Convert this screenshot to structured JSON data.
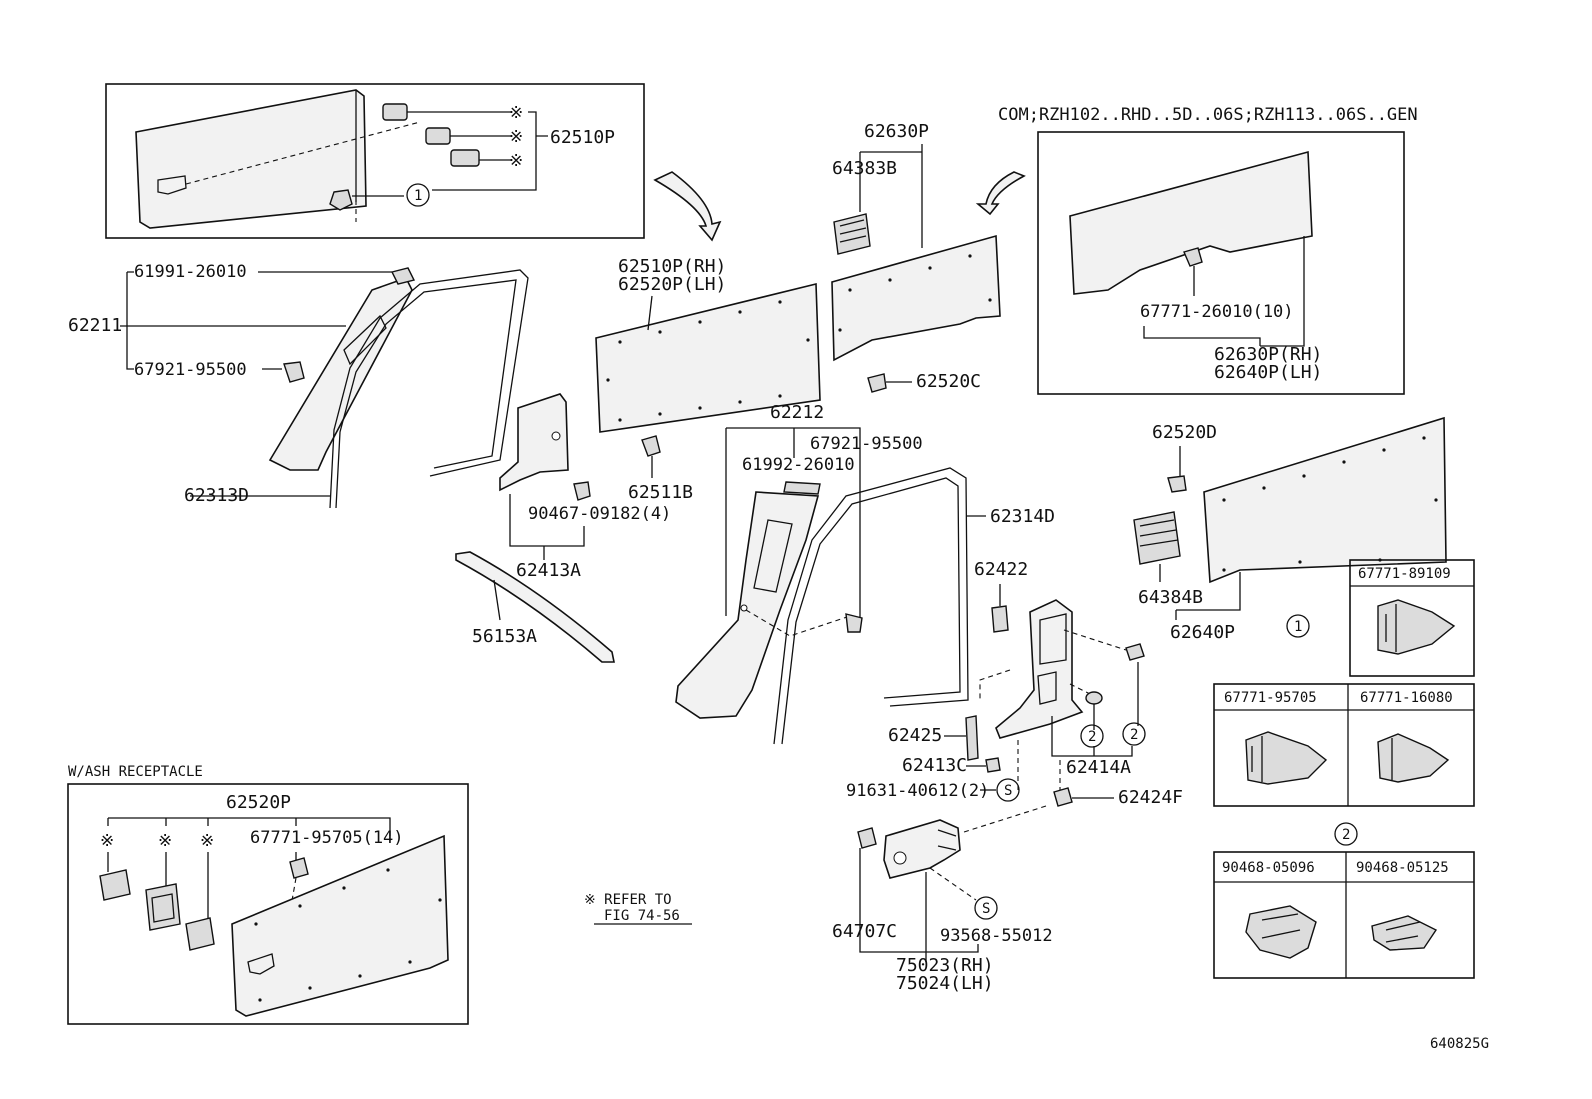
{
  "labels": {
    "p62510P": "62510P",
    "p62211": "62211",
    "p61991": "61991-26010",
    "p67921a": "67921-95500",
    "p62313D": "62313D",
    "p62510RH": "62510P(RH)",
    "p62520LH": "62520P(LH)",
    "p62511B": "62511B",
    "p90467": "90467-09182(4)",
    "p62413A": "62413A",
    "p56153A": "56153A",
    "p62630P": "62630P",
    "p64383B": "64383B",
    "p62520C": "62520C",
    "com_note": "COM;RZH102..RHD..5D..06S;RZH113..06S..GEN",
    "p67771_10": "67771-26010(10)",
    "p62630RH": "62630P(RH)",
    "p62640LH": "62640P(LH)",
    "p62212": "62212",
    "p67921b": "67921-95500",
    "p61992": "61992-26010",
    "p62314D": "62314D",
    "p62520D": "62520D",
    "p64384B": "64384B",
    "p62640P": "62640P",
    "p62422": "62422",
    "p62425": "62425",
    "p62413C": "62413C",
    "p62414A": "62414A",
    "p91631": "91631-40612(2)",
    "p62424F": "62424F",
    "p64707C": "64707C",
    "p93568": "93568-55012",
    "p75023": "75023(RH)",
    "p75024": "75024(LH)",
    "ash_title": "W/ASH RECEPTACLE",
    "p62520P": "62520P",
    "p67771_14": "67771-95705(14)",
    "refer1": "※ REFER TO",
    "refer2": "FIG 74-56",
    "t_67771_89109": "67771-89109",
    "t_67771_95705": "67771-95705",
    "t_67771_16080": "67771-16080",
    "t_90468_05096": "90468-05096",
    "t_90468_05125": "90468-05125",
    "circ1": "1",
    "circ2": "2",
    "circS": "S",
    "asterisk": "※",
    "fig_code": "640825G"
  }
}
